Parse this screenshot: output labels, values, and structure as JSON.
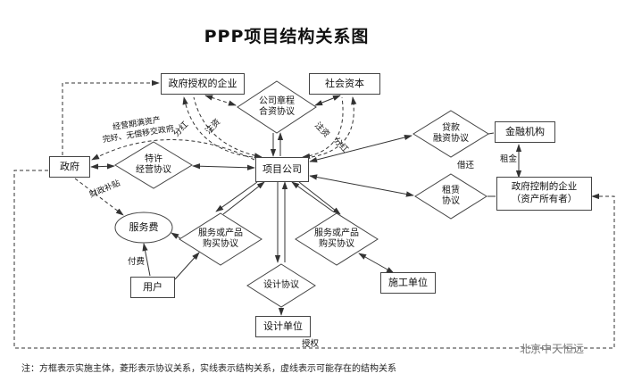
{
  "title": "PPP项目结构关系图",
  "nodes": {
    "gov_authorized": {
      "label": "政府授权的企业"
    },
    "social_capital": {
      "label": "社会资本"
    },
    "government": {
      "label": "政府"
    },
    "project_company": {
      "label": "项目公司"
    },
    "financial_institution": {
      "label": "金融机构"
    },
    "gov_controlled": {
      "line1": "政府控制的企业",
      "line2": "（资产所有者）"
    },
    "service_fee": {
      "label": "服务费"
    },
    "user": {
      "label": "用户"
    },
    "design_unit": {
      "label": "设计单位"
    },
    "construction_unit": {
      "label": "施工单位"
    }
  },
  "agreements": {
    "charter": {
      "line1": "公司章程",
      "line2": "合资协议"
    },
    "franchise": {
      "line1": "特许",
      "line2": "经营协议"
    },
    "loan": {
      "line1": "贷款",
      "line2": "融资协议"
    },
    "lease": {
      "line1": "租赁",
      "line2": "协议"
    },
    "purchase_left": {
      "line1": "服务或产品",
      "line2": "购买协议"
    },
    "purchase_right": {
      "line1": "服务或产品",
      "line2": "购买协议"
    },
    "design": {
      "label": "设计协议"
    }
  },
  "edge_labels": {
    "inject_left": "注资",
    "dividend_left": "分红",
    "inject_right": "注资",
    "dividend_right": "分红",
    "transfer_line1": "经营期满资产",
    "transfer_line2": "完好、无偿移交政府",
    "subsidy": "财政补贴",
    "pay": "付费",
    "loan_repay": "借还",
    "rent": "租金",
    "authorize": "授权"
  },
  "footer": {
    "note": "注：方框表示实施主体，菱形表示协议关系，实线表示结构关系，虚线表示可能存在的结构关系",
    "watermark": "北京中天恒远"
  },
  "colors": {
    "line": "#333333",
    "text": "#111111",
    "watermark": "#777777",
    "background": "#ffffff"
  }
}
